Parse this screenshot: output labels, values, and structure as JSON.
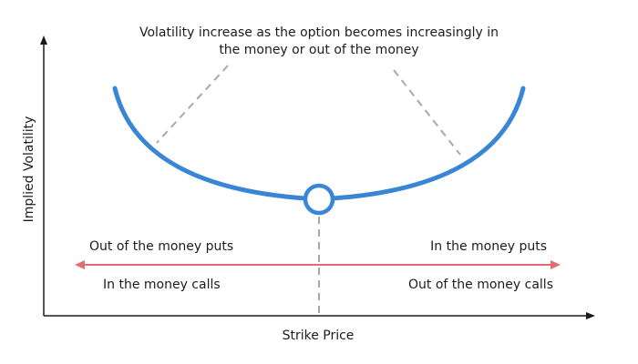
{
  "annotation": {
    "line1": "Volatility increase as the option becomes increasingly in",
    "line2": "the money or out of the money"
  },
  "axes": {
    "x_label": "Strike Price",
    "y_label": "Implied Volatility"
  },
  "regions": {
    "left_top": "Out of the money puts",
    "left_bottom": "In the money calls",
    "right_top": "In the money puts",
    "right_bottom": "Out of the money calls"
  },
  "colors": {
    "curve": "#3a86d6",
    "range_arrow": "#e46b72",
    "axis": "#1a1a1a",
    "guide_dashes": "#a8a8a8",
    "text": "#1c1c1c"
  }
}
